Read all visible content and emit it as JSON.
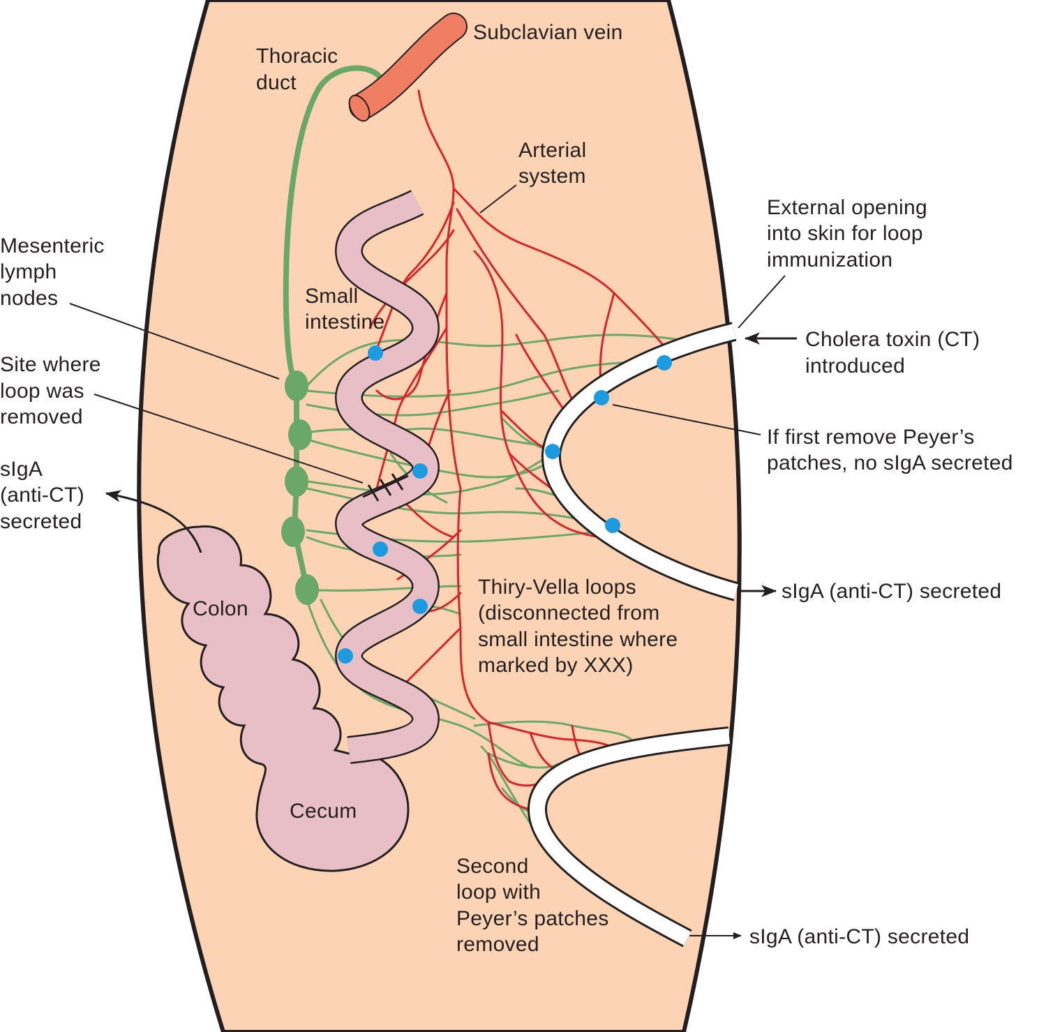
{
  "colors": {
    "body_fill": "#fcd3b3",
    "body_outline": "#231f20",
    "lymphatic": "#6aa86a",
    "artery": "#d9232e",
    "vein": "#ef7e63",
    "intestine": "#e8bfc7",
    "peyers_patch": "#1d9be0",
    "loop_wall": "#ffffff"
  },
  "icons": {
    "arrow": "arrow-right-icon",
    "crosses": "xxx-cut-marks-icon"
  },
  "labels": {
    "subclavian_vein": "Subclavian vein",
    "thoracic_duct": [
      "Thoracic",
      "duct"
    ],
    "arterial_system": [
      "Arterial",
      "system"
    ],
    "mesenteric_lymph_nodes": [
      "Mesenteric",
      "lymph",
      "nodes"
    ],
    "small_intestine": [
      "Small",
      "intestine"
    ],
    "site_removed": [
      "Site where",
      "loop was",
      "removed"
    ],
    "siga_left": [
      "sIgA",
      "(anti-CT)",
      "secreted"
    ],
    "colon": "Colon",
    "cecum": "Cecum",
    "external_opening": [
      "External opening",
      "into skin for loop",
      "immunization"
    ],
    "cholera_toxin": [
      "Cholera toxin (CT)",
      "introduced"
    ],
    "first_remove_peyers": [
      "If first remove Peyer’s",
      "patches, no sIgA secreted"
    ],
    "siga_loop1": "sIgA (anti-CT) secreted",
    "thiry_vella": [
      "Thiry-Vella loops",
      "(disconnected from",
      "small intestine where",
      "marked by XXX)"
    ],
    "second_loop": [
      "Second",
      "loop with",
      "Peyer’s patches",
      "removed"
    ],
    "siga_loop2": "sIgA (anti-CT) secreted"
  }
}
